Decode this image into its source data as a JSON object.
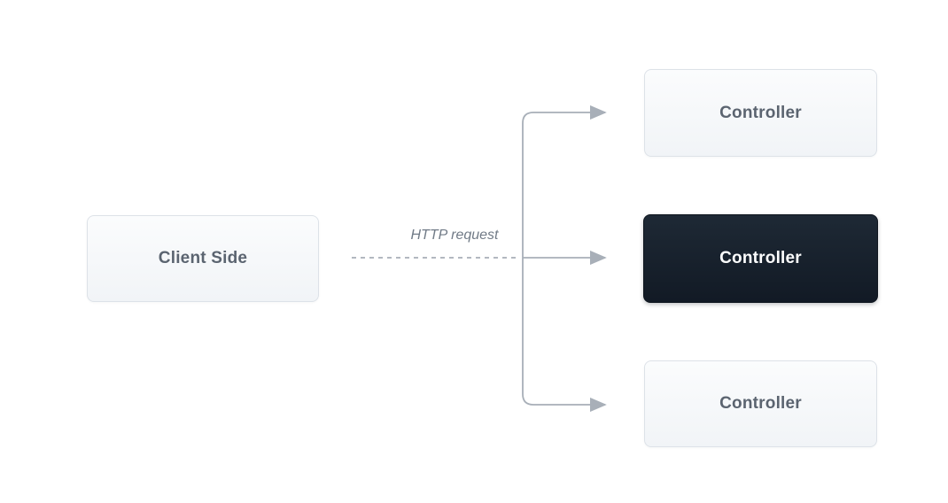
{
  "diagram": {
    "client_node": {
      "label": "Client Side"
    },
    "edge_label": "HTTP request",
    "controller_nodes": [
      {
        "label": "Controller",
        "variant": "light"
      },
      {
        "label": "Controller",
        "variant": "dark"
      },
      {
        "label": "Controller",
        "variant": "light"
      }
    ],
    "colors": {
      "canvas_bg": "#ffffff",
      "node_bg_top": "#fbfcfd",
      "node_bg_bottom": "#f1f4f7",
      "node_border": "#dde2e8",
      "node_text": "#5b6470",
      "dark_node_bg_top": "#1e2935",
      "dark_node_bg_bottom": "#121a25",
      "dark_node_text": "#fdfefe",
      "connector": "#a8afb8",
      "edge_label_text": "#717b87"
    }
  }
}
